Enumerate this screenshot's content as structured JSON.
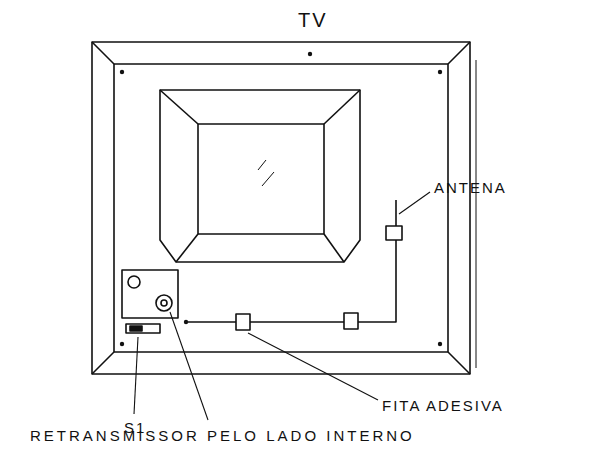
{
  "diagram": {
    "labels": [
      "TV",
      "ANTENA",
      "FITA ADESIVA",
      "S1",
      "RETRANSMISSOR PELO LADO INTERNO"
    ]
  }
}
